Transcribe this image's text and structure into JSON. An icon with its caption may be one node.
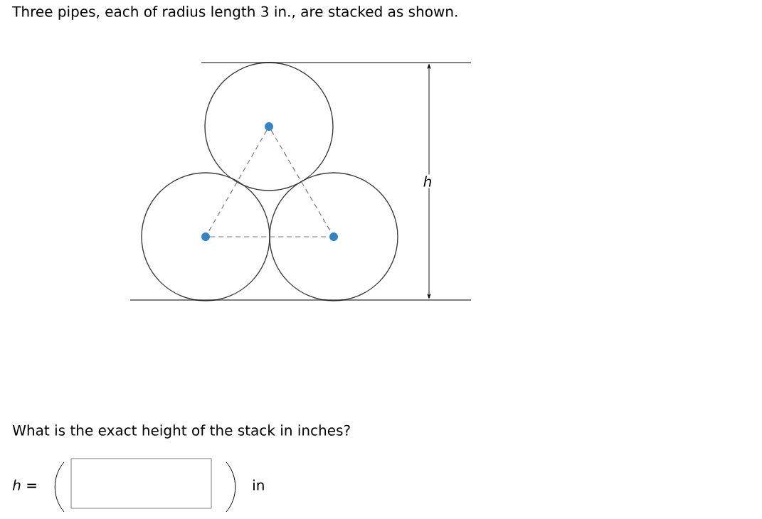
{
  "diagram": {
    "title": "Three pipes, each of radius length 3 in., are stacked as shown.",
    "nodes": [
      {
        "text": [],
        "shape": "circle"
      },
      {
        "text": [],
        "shape": "circle"
      },
      {
        "text": [],
        "shape": "circle"
      }
    ],
    "edges": [
      {
        "from": 0,
        "to": 1,
        "arrow": "none",
        "style": "dashed"
      },
      {
        "from": 0,
        "to": 2,
        "arrow": "none",
        "style": "dashed"
      },
      {
        "from": 1,
        "to": 2,
        "arrow": "none",
        "style": "dashed"
      }
    ],
    "labels": [
      "h",
      "What is the exact height of the stack in inches?",
      "*h* =",
      "in"
    ]
  }
}
